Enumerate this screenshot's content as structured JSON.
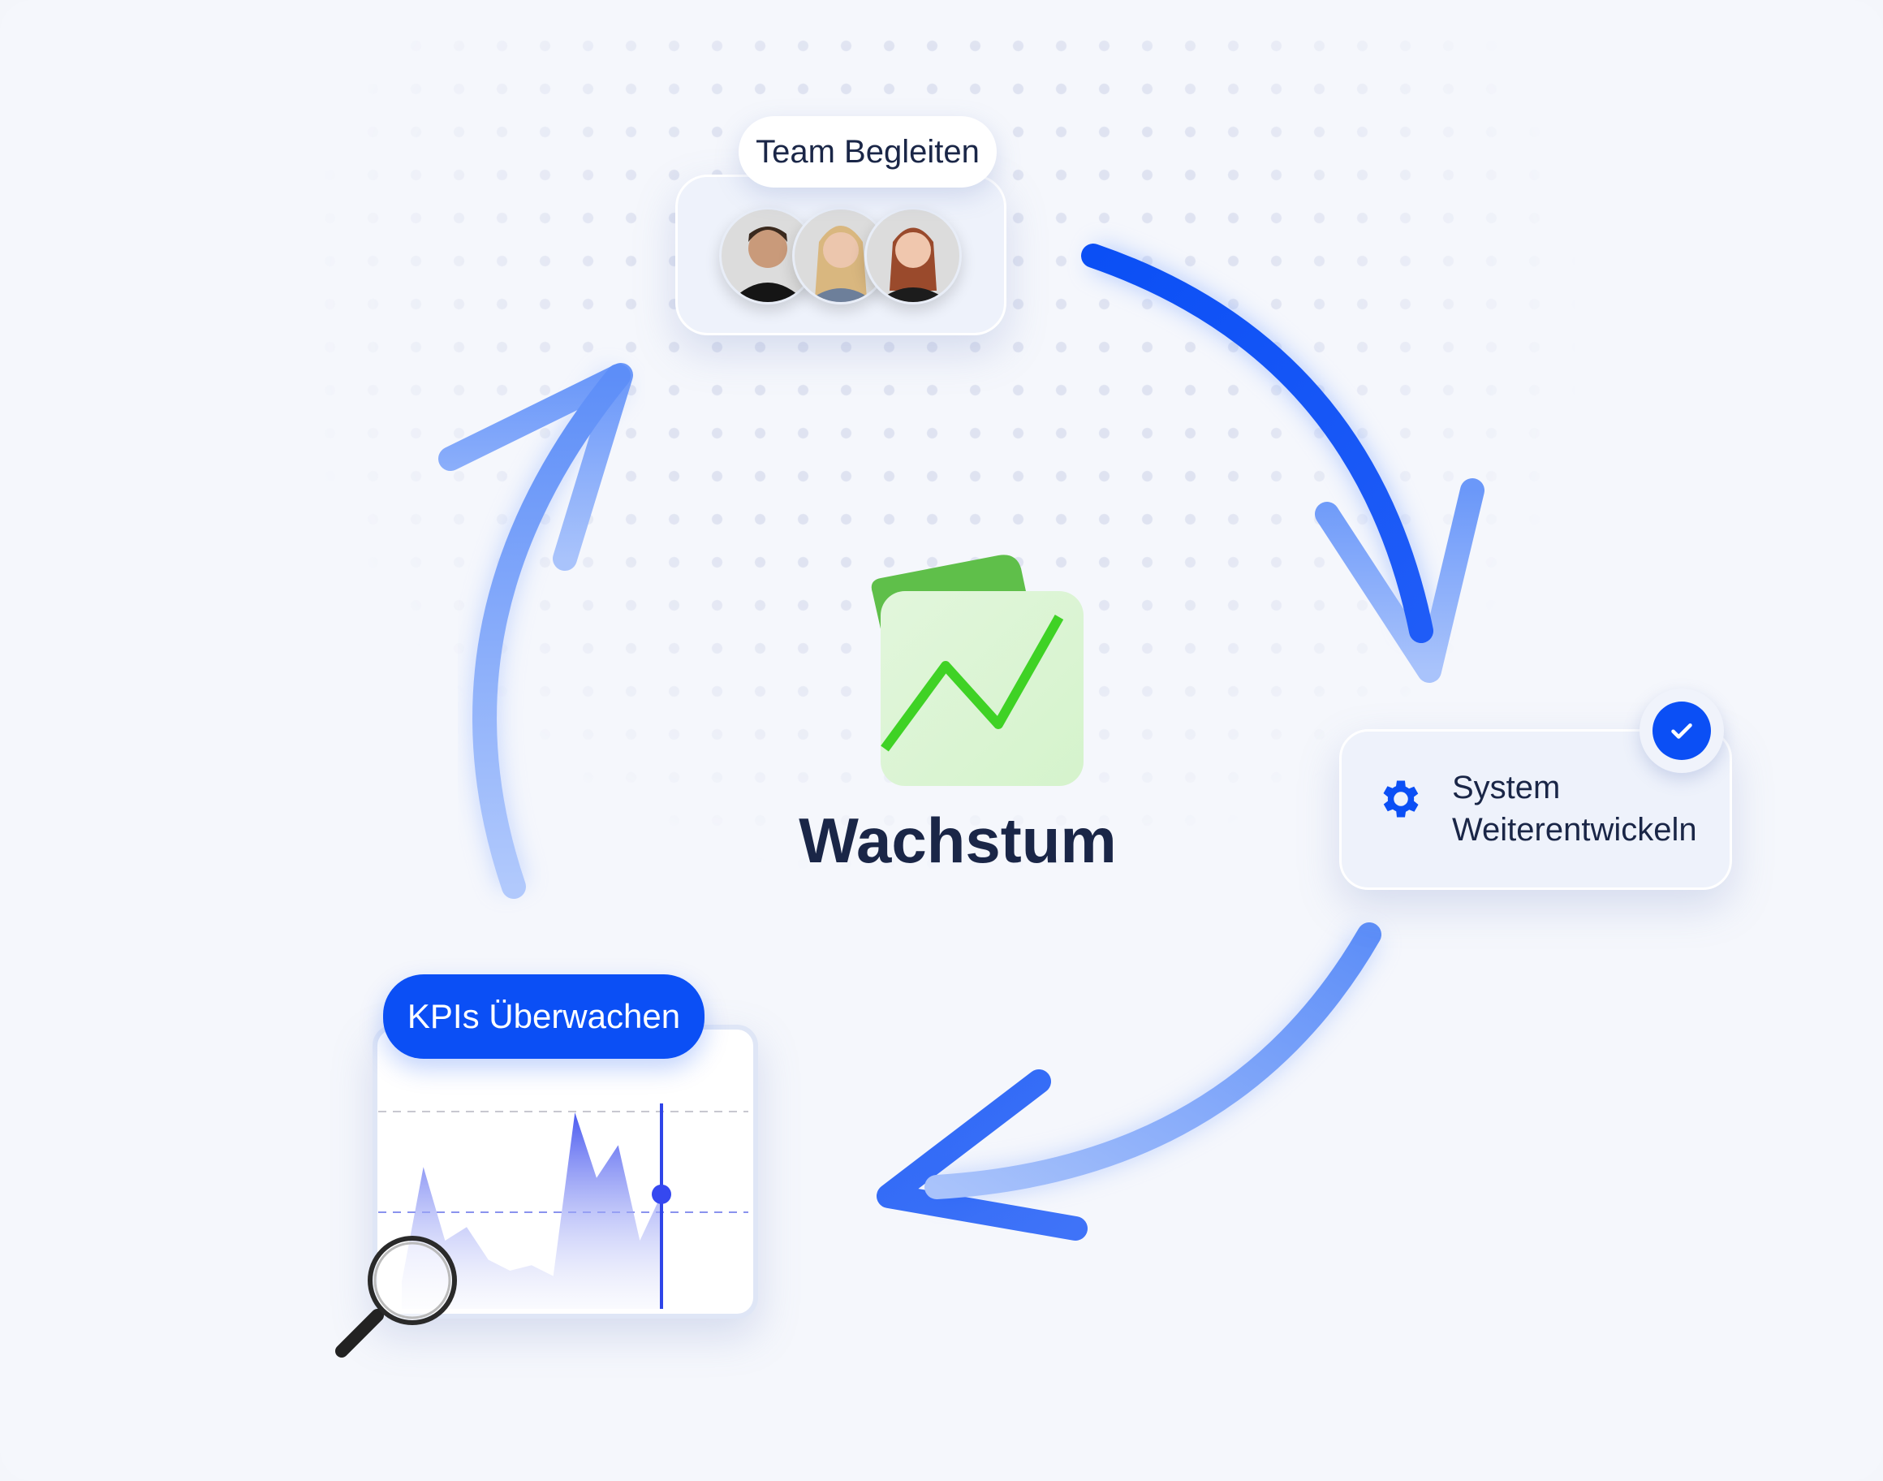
{
  "team": {
    "label": "Team Begleiten",
    "avatars": [
      "avatar-man",
      "avatar-blonde-woman",
      "avatar-redhead-woman"
    ]
  },
  "system": {
    "line1": "System",
    "line2": "Weiterentwickeln",
    "icon": "gear-icon",
    "badge": "check-icon"
  },
  "kpi": {
    "label": "KPIs Überwachen",
    "icon": "magnifier-icon"
  },
  "center": {
    "title": "Wachstum",
    "icon": "growth-chart-icon"
  },
  "colors": {
    "accent": "#0b4ff5",
    "text": "#1a2647",
    "green": "#3fd225"
  },
  "chart_data": {
    "type": "area",
    "series": [
      {
        "name": "kpi",
        "values": [
          10,
          52,
          25,
          30,
          18,
          14,
          16,
          12,
          72,
          48,
          60,
          25,
          42
        ]
      }
    ],
    "marker_index": 12
  }
}
